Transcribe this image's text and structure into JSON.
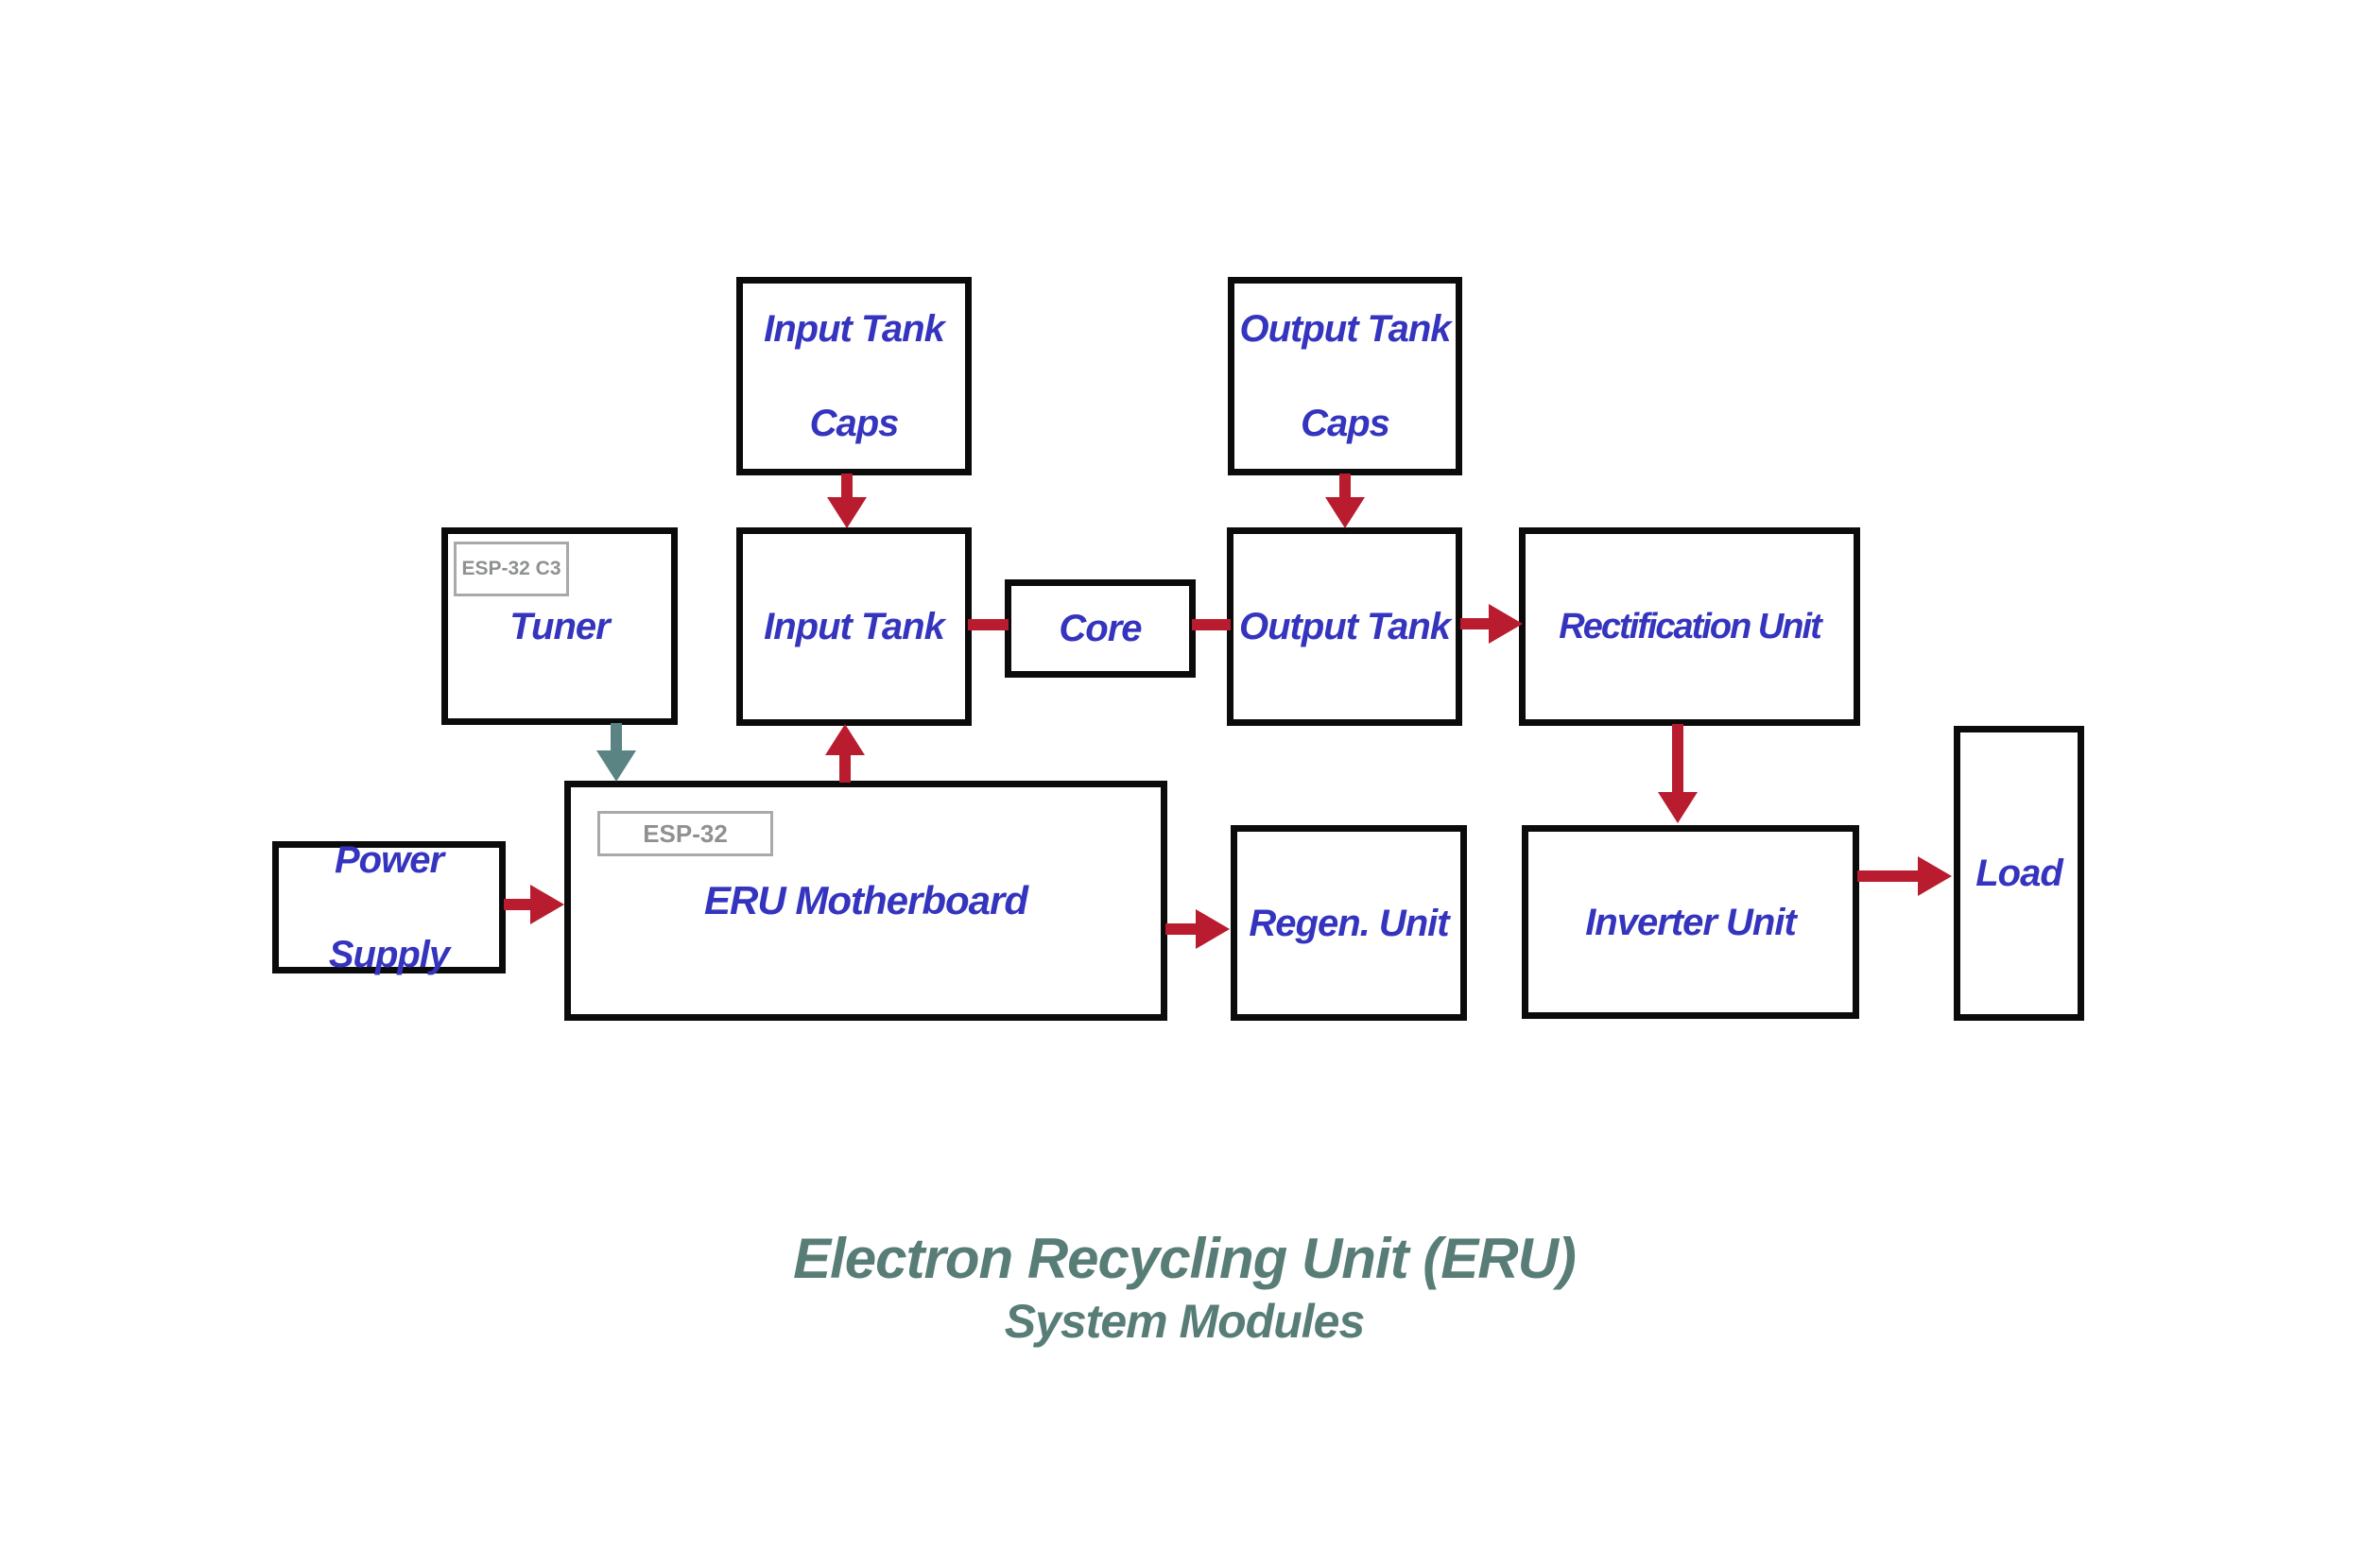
{
  "title": {
    "line1": "Electron Recycling Unit (ERU)",
    "line2": "System Modules"
  },
  "blocks": {
    "input_tank_caps": {
      "line1": "Input Tank",
      "line2": "Caps"
    },
    "output_tank_caps": {
      "line1": "Output Tank",
      "line2": "Caps"
    },
    "tuner": {
      "label": "Tuner",
      "chip": "ESP-32 C3"
    },
    "input_tank": {
      "label": "Input Tank"
    },
    "core": {
      "label": "Core"
    },
    "output_tank": {
      "label": "Output Tank"
    },
    "rectification_unit": {
      "label": "Rectification Unit"
    },
    "power_supply": {
      "line1": "Power",
      "line2": "Supply"
    },
    "eru_motherboard": {
      "label": "ERU Motherboard",
      "chip": "ESP-32"
    },
    "regen_unit": {
      "label": "Regen. Unit"
    },
    "inverter_unit": {
      "label": "Inverter Unit"
    },
    "load": {
      "label": "Load"
    }
  },
  "connections": [
    {
      "from": "Input Tank Caps",
      "to": "Input Tank",
      "style": "arrow",
      "color": "red"
    },
    {
      "from": "Output Tank Caps",
      "to": "Output Tank",
      "style": "arrow",
      "color": "red"
    },
    {
      "from": "Tuner",
      "to": "ERU Motherboard",
      "style": "arrow",
      "color": "teal"
    },
    {
      "from": "ERU Motherboard",
      "to": "Input Tank",
      "style": "arrow",
      "color": "red"
    },
    {
      "from": "Input Tank",
      "to": "Core",
      "style": "line",
      "color": "red"
    },
    {
      "from": "Core",
      "to": "Output Tank",
      "style": "line",
      "color": "red"
    },
    {
      "from": "Output Tank",
      "to": "Rectification Unit",
      "style": "arrow",
      "color": "red"
    },
    {
      "from": "Rectification Unit",
      "to": "Inverter Unit",
      "style": "arrow",
      "color": "red"
    },
    {
      "from": "Power Supply",
      "to": "ERU Motherboard",
      "style": "arrow",
      "color": "red"
    },
    {
      "from": "ERU Motherboard",
      "to": "Regen. Unit",
      "style": "arrow",
      "color": "red"
    },
    {
      "from": "Inverter Unit",
      "to": "Load",
      "style": "arrow",
      "color": "red"
    }
  ],
  "colors": {
    "arrow_red": "#b91c2e",
    "arrow_teal": "#5a8383",
    "label_blue": "#3434bf",
    "title_teal": "#587d77",
    "chip_gray": "#8f9092",
    "border_black": "#0b0b0b"
  }
}
